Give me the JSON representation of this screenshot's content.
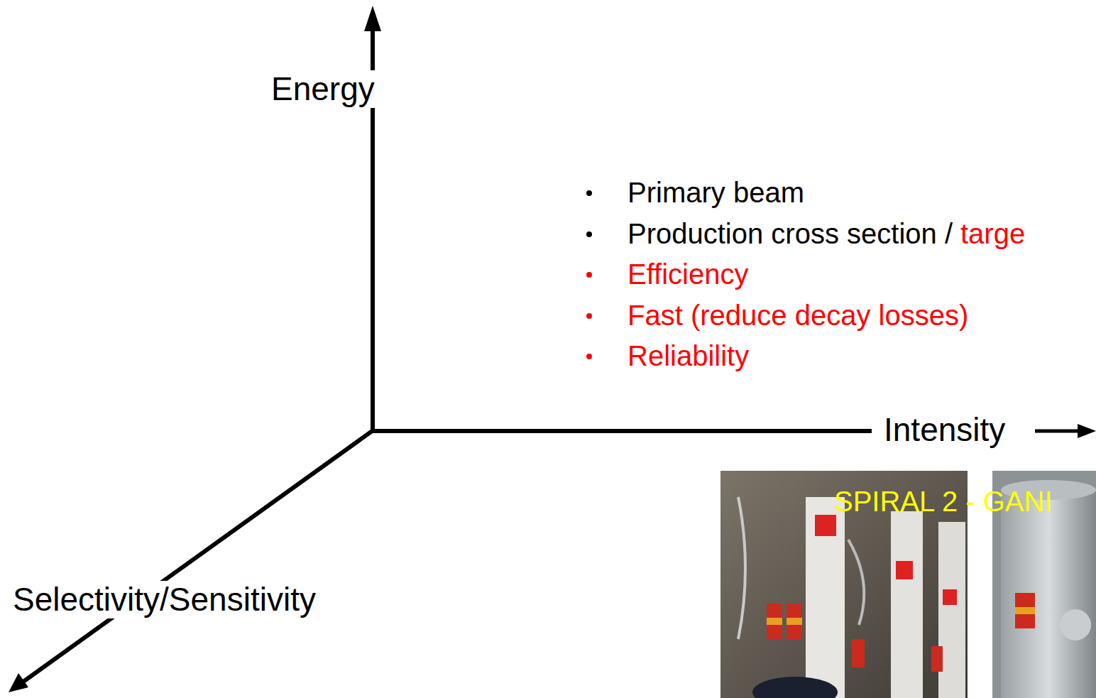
{
  "diagram": {
    "labels": [
      "Energy",
      "Intensity",
      "Selectivity/Sensitivity",
      "Primary beam",
      "Production cross section /",
      "targe",
      "Efficiency",
      "Fast (reduce decay losses)",
      "Reliability",
      "SPIRAL 2 - GANI"
    ]
  }
}
